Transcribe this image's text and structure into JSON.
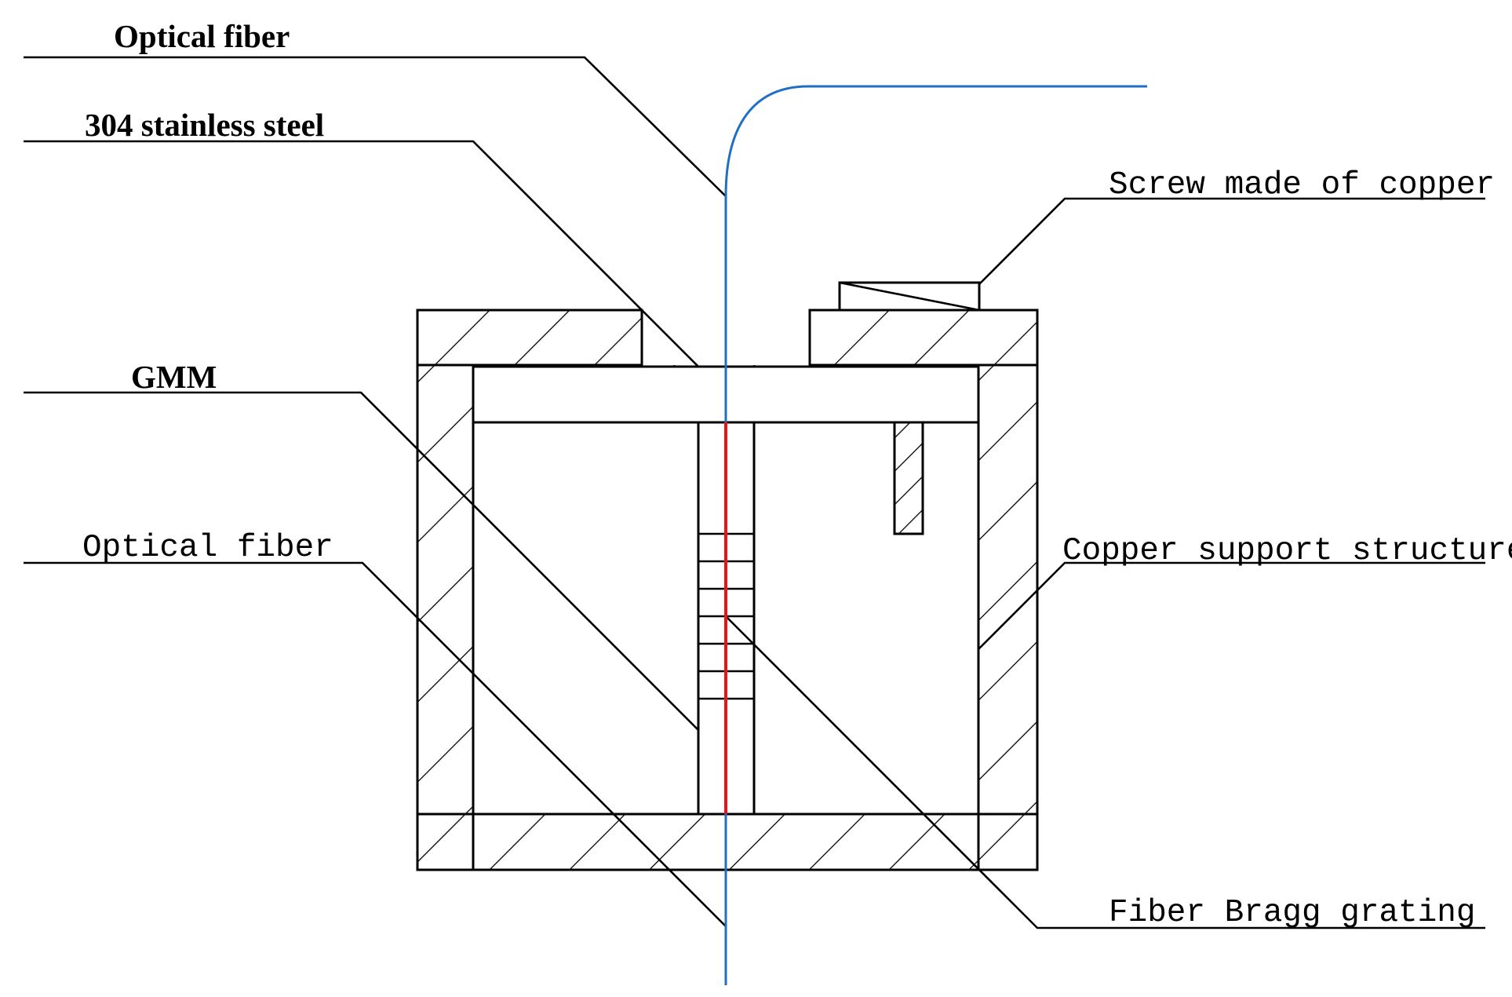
{
  "labels": {
    "optical_fiber_top": "Optical fiber",
    "stainless_steel": "304 stainless steel",
    "gmm": "GMM",
    "optical_fiber_left": "Optical fiber",
    "screw": "Screw made of copper",
    "copper_support": "Copper support structure",
    "fbg": "Fiber Bragg grating"
  },
  "colors": {
    "fiber": "#1f6fc4",
    "grating": "#e8141a",
    "lines": "#000000"
  }
}
